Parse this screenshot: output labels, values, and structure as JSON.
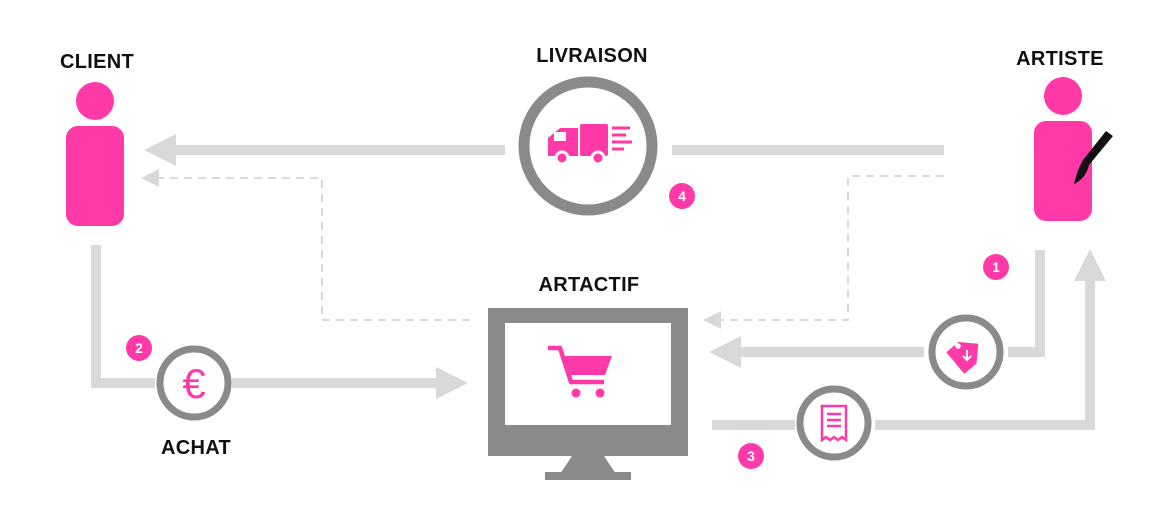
{
  "colors": {
    "accent": "#ff3aa8",
    "flow_line": "#d9d9d9",
    "ring": "#8a8a8a",
    "monitor": "#8a8a8a",
    "text": "#111111"
  },
  "labels": {
    "client": "CLIENT",
    "livraison": "LIVRAISON",
    "artiste": "ARTISTE",
    "artactif": "ARTACTIF",
    "achat": "ACHAT"
  },
  "steps": {
    "step1": "1",
    "step2": "2",
    "step3": "3",
    "step4": "4"
  },
  "icons": {
    "client": "person-icon",
    "artiste": "person-with-paintbrush-icon",
    "livraison": "delivery-truck-icon",
    "achat": "euro-icon",
    "artactif": "shopping-cart-icon",
    "price_tag": "price-tag-icon",
    "receipt": "receipt-icon"
  }
}
